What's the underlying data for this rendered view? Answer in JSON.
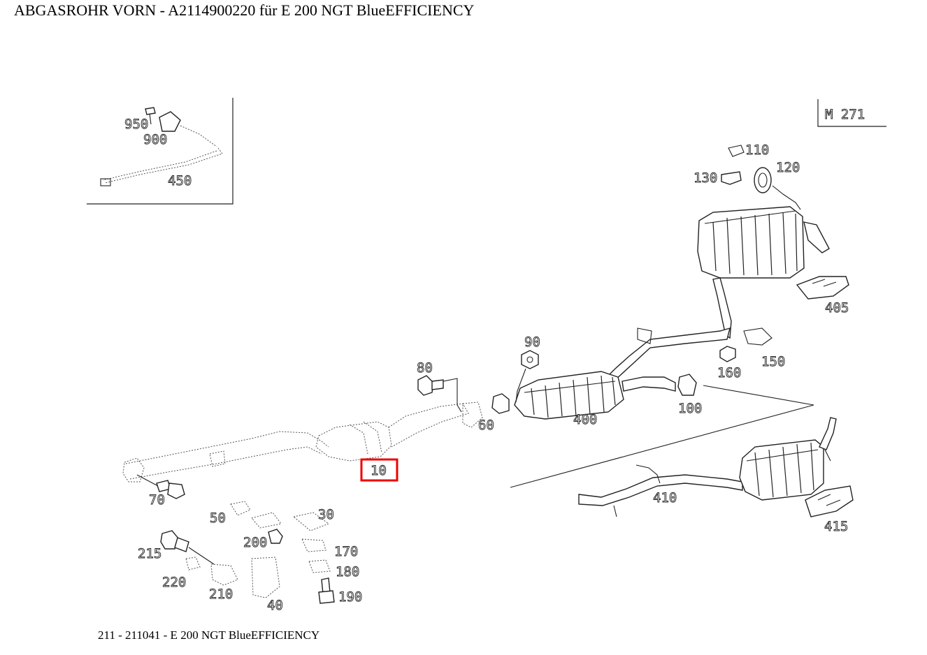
{
  "header": {
    "title": "ABGASROHR VORN - A2114900220 für E 200 NGT BlueEFFICIENCY"
  },
  "footer": {
    "text": "211 - 211041 - E 200 NGT BlueEFFICIENCY"
  },
  "diagram": {
    "engine_code": "M 271",
    "highlighted_part": "10",
    "highlight_color": "#ee0000",
    "part_numbers": [
      "950",
      "900",
      "450",
      "110",
      "120",
      "130",
      "405",
      "90",
      "80",
      "150",
      "160",
      "100",
      "400",
      "60",
      "10",
      "410",
      "70",
      "30",
      "50",
      "200",
      "170",
      "215",
      "180",
      "220",
      "210",
      "190",
      "40",
      "415"
    ]
  }
}
